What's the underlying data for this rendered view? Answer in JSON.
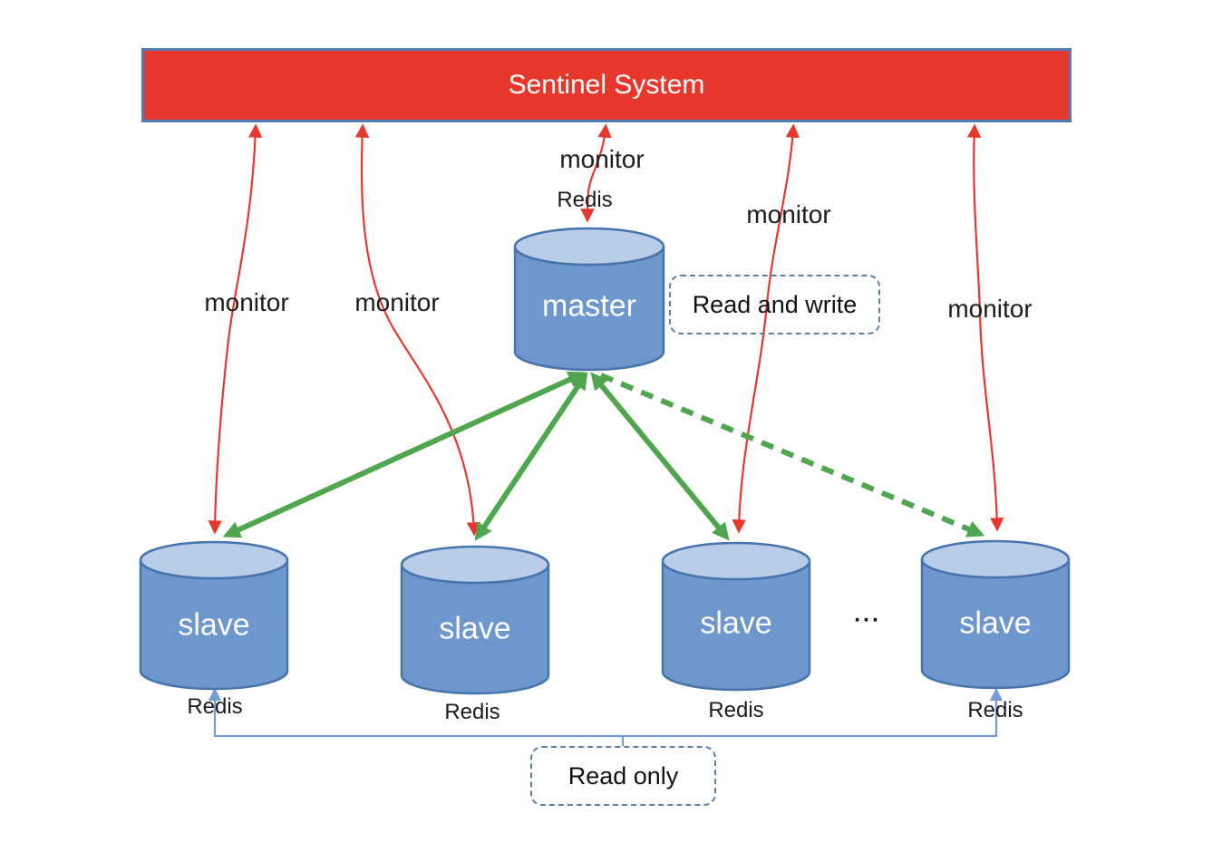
{
  "banner": {
    "label": "Sentinel System"
  },
  "nodes": {
    "master": {
      "label": "master",
      "redis": "Redis"
    },
    "slaves": [
      {
        "label": "slave",
        "redis": "Redis"
      },
      {
        "label": "slave",
        "redis": "Redis"
      },
      {
        "label": "slave",
        "redis": "Redis"
      },
      {
        "label": "slave",
        "redis": "Redis"
      }
    ],
    "ellipsis": "..."
  },
  "edge_labels": {
    "monitors": [
      "monitor",
      "monitor",
      "monitor",
      "monitor",
      "monitor"
    ]
  },
  "callouts": {
    "read_and_write": "Read and write",
    "read_only": "Read only"
  },
  "edges": [
    {
      "type": "monitor",
      "from": "sentinel-system",
      "to": "slave-1",
      "style": "red-wavy-double-arrow"
    },
    {
      "type": "monitor",
      "from": "sentinel-system",
      "to": "slave-2",
      "style": "red-wavy-double-arrow"
    },
    {
      "type": "monitor",
      "from": "sentinel-system",
      "to": "master",
      "style": "red-wavy-double-arrow"
    },
    {
      "type": "monitor",
      "from": "sentinel-system",
      "to": "slave-3",
      "style": "red-wavy-double-arrow"
    },
    {
      "type": "monitor",
      "from": "sentinel-system",
      "to": "slave-4",
      "style": "red-wavy-double-arrow"
    },
    {
      "type": "replication",
      "from": "master",
      "to": "slave-1",
      "style": "green-solid-double-arrow"
    },
    {
      "type": "replication",
      "from": "master",
      "to": "slave-2",
      "style": "green-solid-double-arrow"
    },
    {
      "type": "replication",
      "from": "master",
      "to": "slave-3",
      "style": "green-solid-double-arrow"
    },
    {
      "type": "replication",
      "from": "master",
      "to": "slave-4",
      "style": "green-dashed-arrow"
    },
    {
      "type": "read-only-access",
      "from": "read-only-callout",
      "to": "slave-1,slave-4",
      "style": "blue-elbow-arrows"
    }
  ],
  "colors": {
    "banner_fill": "#e8382d",
    "banner_border": "#4f7db3",
    "monitor_arrow": "#e8382d",
    "replication_arrow": "#4fa64f",
    "read_only_line": "#739dd3",
    "cylinder_body": "#6e97cd",
    "cylinder_top": "#b9cce8",
    "cylinder_stroke": "#4675ae",
    "callout_border": "#5b81ab",
    "text": "#1c1c1c"
  }
}
